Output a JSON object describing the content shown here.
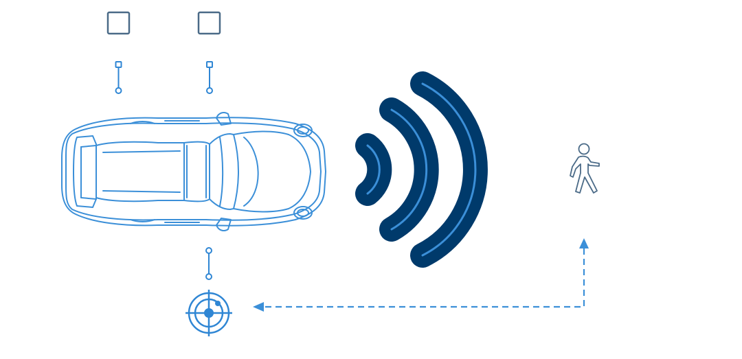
{
  "colors": {
    "outline": "#4a6a87",
    "car_line": "#3b8fd8",
    "wave_dark": "#003a6b",
    "wave_light": "#3b8fd8",
    "connector": "#2f86d4",
    "dashed": "#3b8fd8"
  },
  "diagram": {
    "nodes": [
      {
        "id": "box-left",
        "icon": "square-outline-icon"
      },
      {
        "id": "box-right",
        "icon": "square-outline-icon"
      },
      {
        "id": "car",
        "icon": "sports-car-top-view-icon"
      },
      {
        "id": "signal",
        "icon": "signal-waves-icon"
      },
      {
        "id": "pedestrian",
        "icon": "walking-person-icon"
      },
      {
        "id": "radar",
        "icon": "radar-target-icon"
      }
    ],
    "edges": [
      {
        "from": "box-left",
        "to": "car",
        "style": "connector"
      },
      {
        "from": "box-right",
        "to": "car",
        "style": "connector"
      },
      {
        "from": "car",
        "to": "radar",
        "style": "connector"
      },
      {
        "from": "radar",
        "to": "pedestrian",
        "style": "dashed-arrow",
        "direction": "to-pedestrian-up"
      },
      {
        "from": "pedestrian",
        "to": "radar",
        "style": "dashed-arrow",
        "direction": "to-radar-left"
      }
    ]
  }
}
